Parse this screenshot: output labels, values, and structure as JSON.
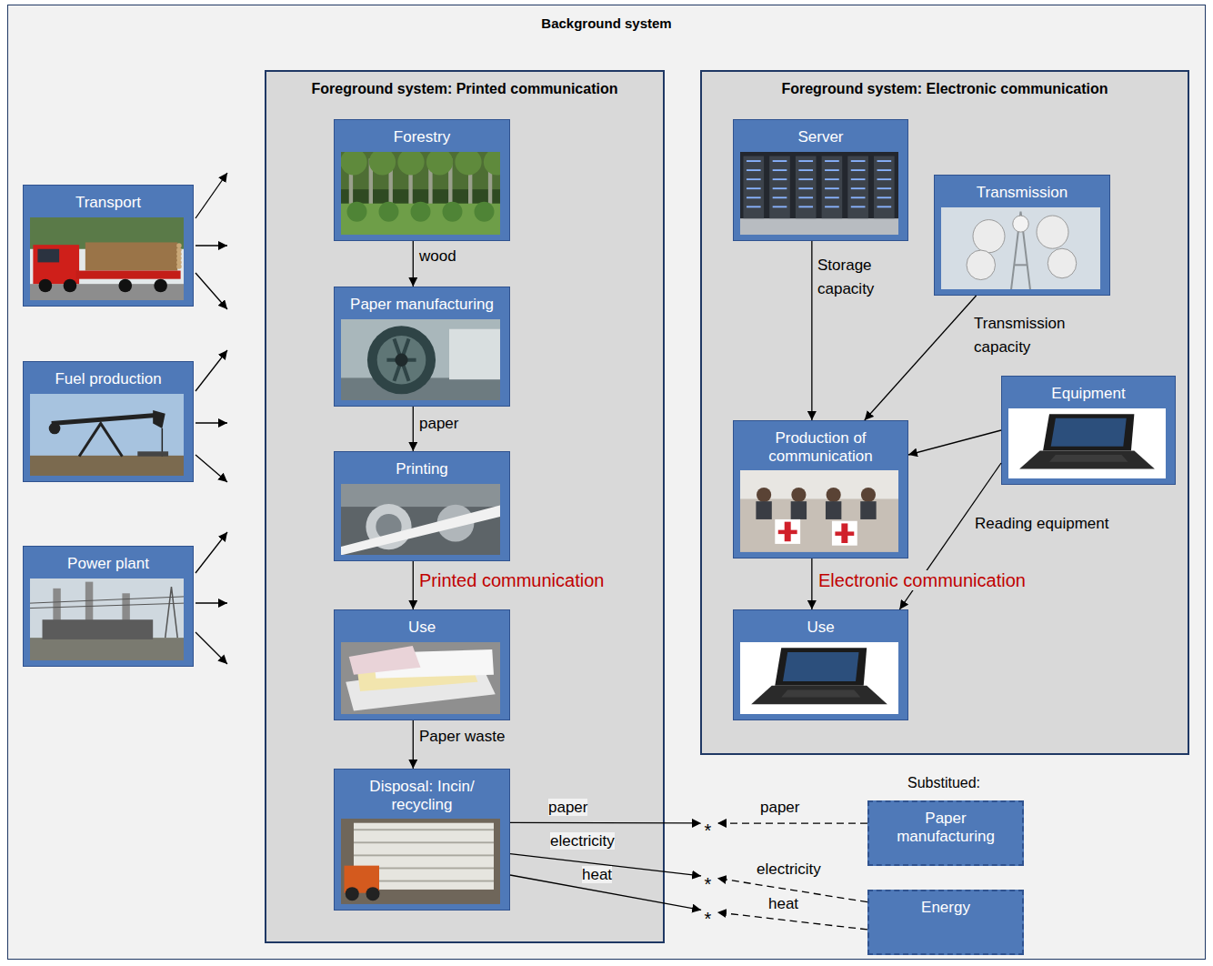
{
  "diagram": {
    "nodes": [
      {
        "text": [
          "Background system"
        ]
      },
      {
        "text": [
          "Transport"
        ],
        "in": 0
      },
      {
        "text": [
          "Fuel production"
        ],
        "in": 0
      },
      {
        "text": [
          "Power plant"
        ],
        "in": 0
      },
      {
        "text": [
          "Foreground system: Printed communication"
        ],
        "in": 0
      },
      {
        "text": [
          "Forestry"
        ],
        "in": 4
      },
      {
        "text": [
          "Paper manufacturing"
        ],
        "in": 4
      },
      {
        "text": [
          "Printing"
        ],
        "in": 4
      },
      {
        "text": [
          "Use"
        ],
        "in": 4
      },
      {
        "text": [
          "Disposal: Incin/ recycling"
        ],
        "in": 4
      },
      {
        "text": [
          "Foreground system: Electronic communication"
        ],
        "in": 0
      },
      {
        "text": [
          "Server"
        ],
        "in": 10
      },
      {
        "text": [
          "Transmission"
        ],
        "in": 10
      },
      {
        "text": [
          "Equipment"
        ],
        "in": 10
      },
      {
        "text": [
          "Production of communication"
        ],
        "in": 10
      },
      {
        "text": [
          "Use"
        ],
        "in": 10
      },
      {
        "text": [
          "Paper manufacturing"
        ],
        "in": 0
      },
      {
        "text": [
          "Energy"
        ],
        "in": 0
      }
    ],
    "edges": [
      {
        "from": 5,
        "to": 6,
        "arrow": "to",
        "label": "wood"
      },
      {
        "from": 6,
        "to": 7,
        "arrow": "to",
        "label": "paper"
      },
      {
        "from": 7,
        "to": 8,
        "arrow": "to",
        "label": "Printed communication"
      },
      {
        "from": 8,
        "to": 9,
        "arrow": "to",
        "label": "Paper waste"
      },
      {
        "from": 11,
        "to": 14,
        "arrow": "to",
        "label": "Storage capacity"
      },
      {
        "from": 12,
        "to": 14,
        "arrow": "to",
        "label": "Transmission capacity"
      },
      {
        "from": 13,
        "to": 14,
        "arrow": "to"
      },
      {
        "from": 14,
        "to": 15,
        "arrow": "to",
        "label": "Electronic communication"
      },
      {
        "from": 13,
        "to": 15,
        "arrow": "to",
        "label": "Reading equipment"
      },
      {
        "from": 9,
        "to": 16,
        "arrow": "to",
        "label": "paper"
      },
      {
        "from": 9,
        "to": 17,
        "arrow": "to",
        "label": "electricity"
      },
      {
        "from": 9,
        "to": 17,
        "arrow": "to",
        "label": "heat"
      }
    ],
    "labels": [
      "Substitued:",
      "*",
      "*",
      "*",
      "paper",
      "electricity",
      "heat"
    ]
  }
}
